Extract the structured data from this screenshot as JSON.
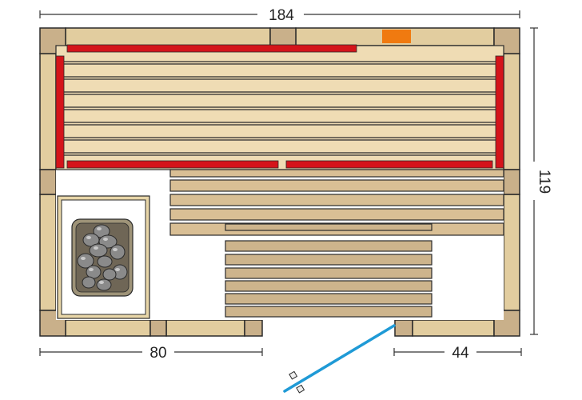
{
  "dimensions": {
    "width": "184",
    "depth": "119",
    "left_wall": "80",
    "right_wall": "44"
  },
  "colors": {
    "background": "#ffffff",
    "wall_post": "#c9b08a",
    "wall_panel": "#e2cd9f",
    "outline": "#2a2a2a",
    "upper_bench": "#efdcb4",
    "lower_bench": "#d9bf95",
    "duckboard": "#cdb48c",
    "backrest": "#d4141a",
    "lamp": "#f07a10",
    "heater_frame": "#e8d6a8",
    "heater_body": "#9e9378",
    "stones": "#8a8a8a",
    "door_glass": "#1f9ad6",
    "dimension_line": "#333333"
  },
  "icons": {
    "heater": "sauna-heater-with-stones-icon",
    "lamp": "ceiling-lamp-icon",
    "door": "glass-door-icon"
  }
}
